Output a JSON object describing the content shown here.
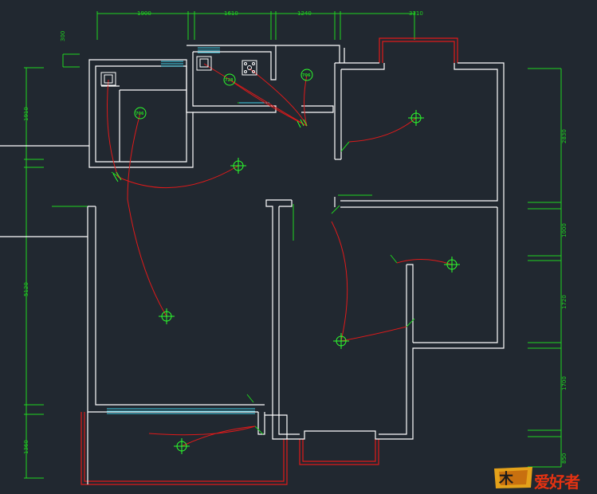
{
  "dimensions": {
    "top": [
      "1900",
      "1610",
      "1240",
      "3310"
    ],
    "left": [
      "1910",
      "5120",
      "1360"
    ],
    "right": [
      "2830",
      "1000",
      "1720",
      "1700",
      "850"
    ],
    "small": [
      "300"
    ]
  },
  "fixture_tags": [
    "706",
    "728",
    "706"
  ],
  "logo": {
    "text": "爱好者",
    "mark": "木"
  },
  "colors": {
    "background": "#212830",
    "wall": "#ffffff",
    "dimension": "#1fd61f",
    "wire": "#e01a1a",
    "window": "#3fd0e8",
    "fixture": "#2dff2d"
  }
}
